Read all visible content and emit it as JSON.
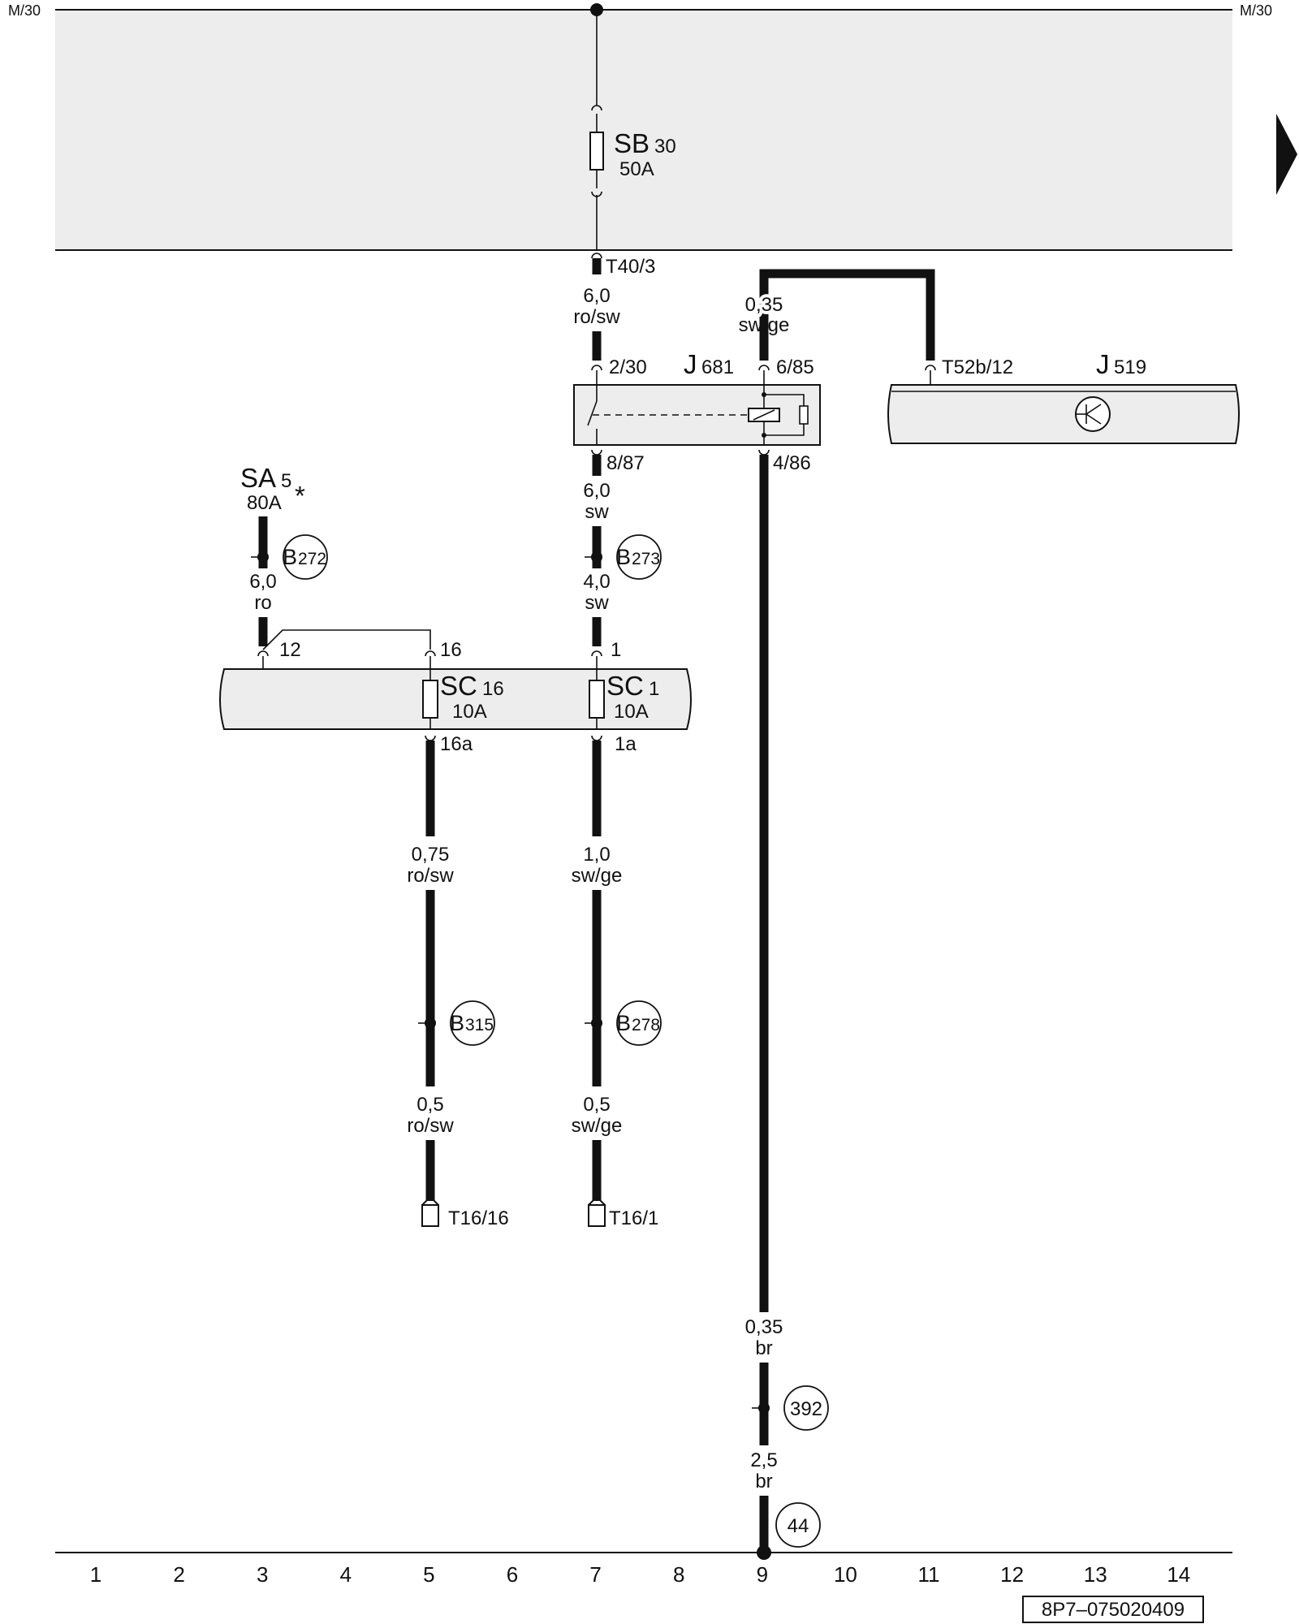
{
  "rails": {
    "top_left": "M/30",
    "top_right": "M/30"
  },
  "components": {
    "sb30": {
      "name": "SB",
      "num": "30",
      "rating": "50A"
    },
    "sa5": {
      "name": "SA",
      "num": "5",
      "rating": "80A",
      "mark": "*"
    },
    "sc16": {
      "name": "SC",
      "num": "16",
      "rating": "10A"
    },
    "sc1": {
      "name": "SC",
      "num": "1",
      "rating": "10A"
    },
    "j681": {
      "name": "J",
      "num": "681"
    },
    "j519": {
      "name": "J",
      "num": "519"
    }
  },
  "pins": {
    "t40_3": "T40/3",
    "j681_2_30": "2/30",
    "j681_6_85": "6/85",
    "j681_8_87": "8/87",
    "j681_4_86": "4/86",
    "t52b_12": "T52b/12",
    "sc_12": "12",
    "sc_16": "16",
    "sc_1": "1",
    "sc_16a": "16a",
    "sc_1a": "1a",
    "t16_16": "T16/16",
    "t16_1": "T16/1"
  },
  "wires": {
    "w_main_top": {
      "size": "6,0",
      "color": "ro/sw"
    },
    "w_relay_ctrl": {
      "size": "0,35",
      "color": "sw/ge"
    },
    "w_relay_out": {
      "size": "6,0",
      "color": "sw"
    },
    "w_sc1_in": {
      "size": "4,0",
      "color": "sw"
    },
    "w_sa5": {
      "size": "6,0",
      "color": "ro"
    },
    "w_sc16_out1": {
      "size": "0,75",
      "color": "ro/sw"
    },
    "w_sc1_out1": {
      "size": "1,0",
      "color": "sw/ge"
    },
    "w_sc16_out2": {
      "size": "0,5",
      "color": "ro/sw"
    },
    "w_sc1_out2": {
      "size": "0,5",
      "color": "sw/ge"
    },
    "w_gnd1": {
      "size": "0,35",
      "color": "br"
    },
    "w_gnd2": {
      "size": "2,5",
      "color": "br"
    }
  },
  "connectors": {
    "b272": {
      "letter": "B",
      "num": "272"
    },
    "b273": {
      "letter": "B",
      "num": "273"
    },
    "b315": {
      "letter": "B",
      "num": "315"
    },
    "b278": {
      "letter": "B",
      "num": "278"
    },
    "c392": "392",
    "c44": "44"
  },
  "columns": [
    "1",
    "2",
    "3",
    "4",
    "5",
    "6",
    "7",
    "8",
    "9",
    "10",
    "11",
    "12",
    "13",
    "14"
  ],
  "diagram_id": "8P7–075020409"
}
